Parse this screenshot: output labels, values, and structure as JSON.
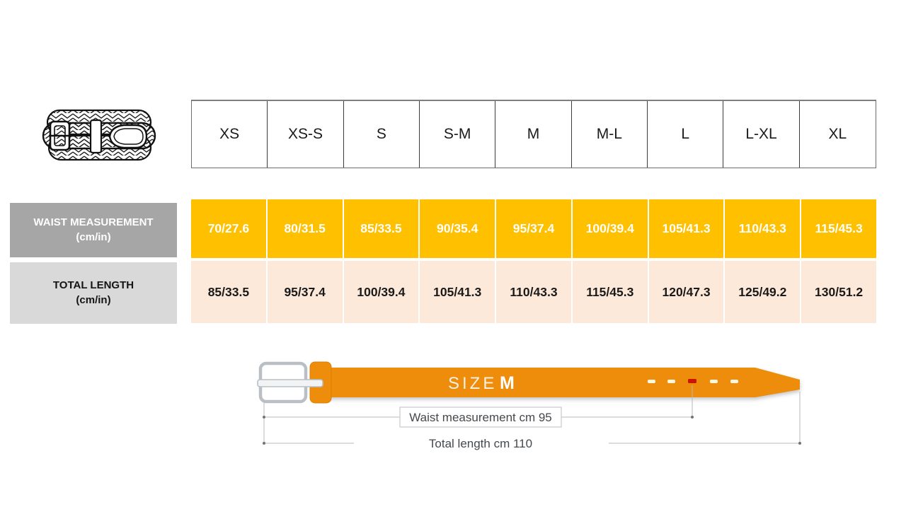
{
  "size_chart": {
    "sizes": [
      "XS",
      "XS-S",
      "S",
      "S-M",
      "M",
      "M-L",
      "L",
      "L-XL",
      "XL"
    ],
    "rows": [
      {
        "label": "WAIST MEASUREMENT",
        "unit": "(cm/in)",
        "values": [
          "70/27.6",
          "80/31.5",
          "85/33.5",
          "90/35.4",
          "95/37.4",
          "100/39.4",
          "105/41.3",
          "110/43.3",
          "115/45.3"
        ]
      },
      {
        "label": "TOTAL LENGTH",
        "unit": "(cm/in)",
        "values": [
          "85/33.5",
          "95/37.4",
          "100/39.4",
          "105/41.3",
          "110/43.3",
          "115/45.3",
          "120/47.3",
          "125/49.2",
          "130/51.2"
        ]
      }
    ]
  },
  "belt_diagram": {
    "size_word": "SIZE",
    "size_value": "M",
    "waist_annotation": "Waist measurement cm 95",
    "length_annotation": "Total length cm 110"
  },
  "colors": {
    "waist_cell_bg": "#FFC000",
    "length_cell_bg": "#FDE9D9",
    "waist_label_bg": "#A6A6A6",
    "length_label_bg": "#D9D9D9",
    "belt_strap_orange": "#EE8C0C",
    "belt_hole_red": "#CC1500",
    "belt_hole_cream": "#FFF6E0",
    "dimension_line_gray": "#B4B8BC"
  }
}
